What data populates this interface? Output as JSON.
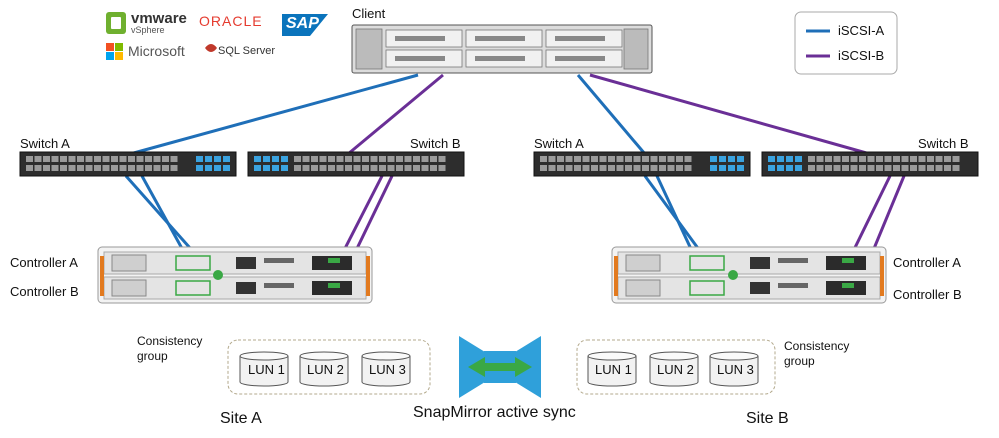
{
  "client": {
    "label": "Client"
  },
  "logos": {
    "vmware": "vmware",
    "vsphere": "vSphere",
    "oracle": "ORACLE",
    "sap": "SAP",
    "microsoft": "Microsoft",
    "sqlserver": "SQL Server"
  },
  "legend": {
    "items": [
      {
        "label": "iSCSI-A",
        "color": "#1f6fb8"
      },
      {
        "label": "iSCSI-B",
        "color": "#6a2f96"
      }
    ]
  },
  "site_a": {
    "switch_a": "Switch A",
    "switch_b": "Switch B",
    "controller_a": "Controller A",
    "controller_b": "Controller B",
    "consistency_group": "Consistency\ngroup",
    "luns": [
      "LUN 1",
      "LUN 2",
      "LUN 3"
    ],
    "site": "Site A"
  },
  "site_b": {
    "switch_a": "Switch A",
    "switch_b": "Switch B",
    "controller_a": "Controller A",
    "controller_b": "Controller B",
    "consistency_group": "Consistency\ngroup",
    "luns": [
      "LUN 1",
      "LUN 2",
      "LUN 3"
    ],
    "site": "Site B"
  },
  "sync": {
    "label": "SnapMirror active sync"
  }
}
